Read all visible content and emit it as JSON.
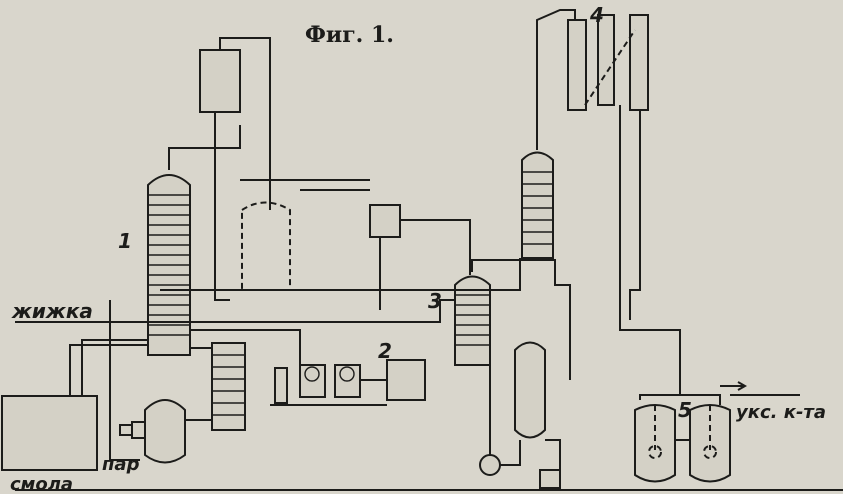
{
  "figure": {
    "title": "Фиг. 1.",
    "numbers": [
      "1",
      "2",
      "3",
      "4",
      "5"
    ],
    "labels": {
      "liquor": "жижка",
      "steam": "пар",
      "tar": "смола",
      "acetic_acid": "укс. к-та"
    }
  }
}
